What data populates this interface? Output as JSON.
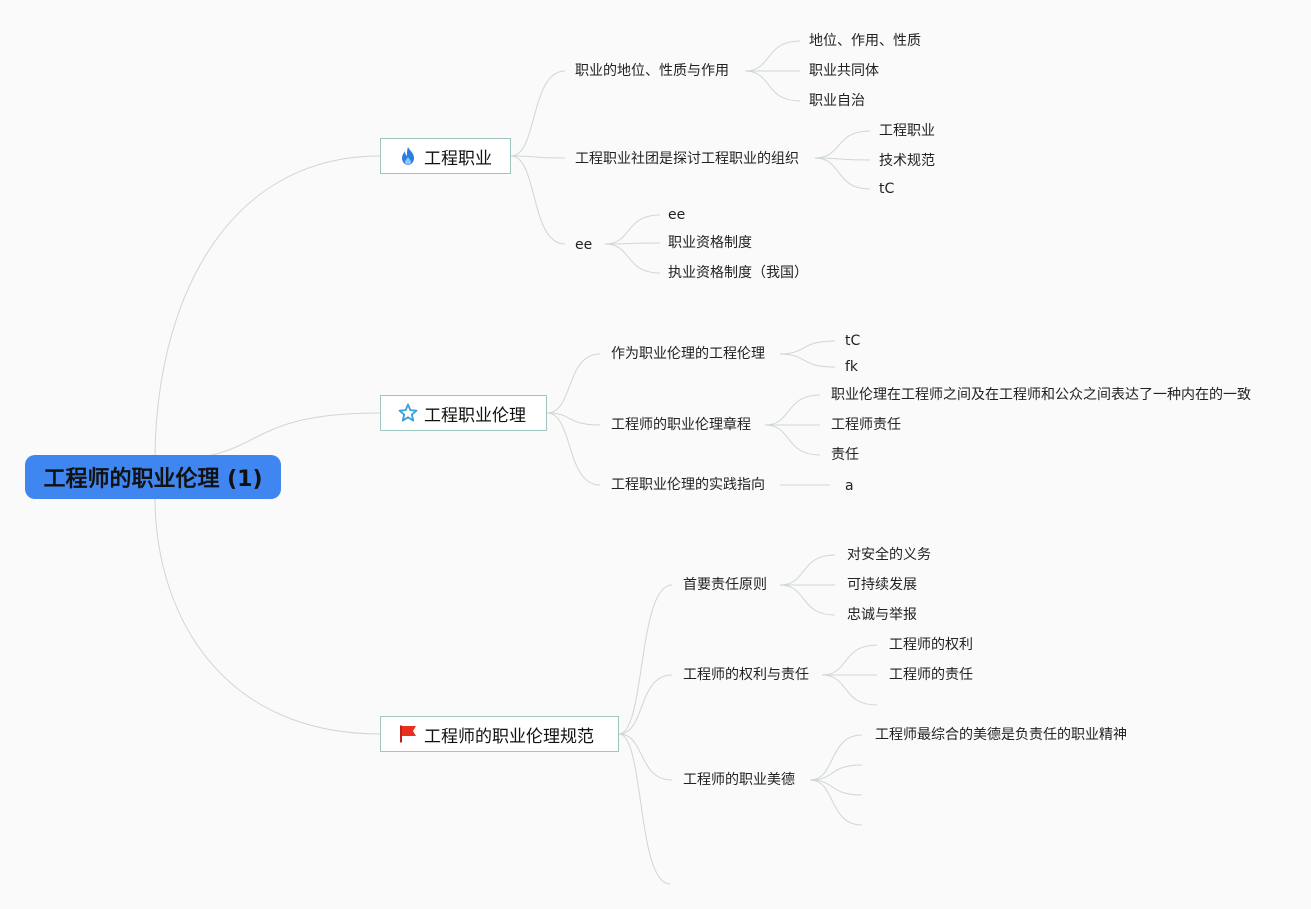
{
  "root": {
    "label": "工程师的职业伦理 (1)",
    "color": "#3f86f0"
  },
  "branches": [
    {
      "id": "b1",
      "label": "工程职业",
      "icon": "fire-icon",
      "children": [
        {
          "id": "b1c1",
          "label": "职业的地位、性质与作用",
          "children": [
            {
              "id": "b1c1a",
              "label": "地位、作用、性质"
            },
            {
              "id": "b1c1b",
              "label": "职业共同体"
            },
            {
              "id": "b1c1c",
              "label": "职业自治"
            }
          ]
        },
        {
          "id": "b1c2",
          "label": "工程职业社团是探讨工程职业的组织",
          "children": [
            {
              "id": "b1c2a",
              "label": "工程职业"
            },
            {
              "id": "b1c2b",
              "label": "技术规范"
            },
            {
              "id": "b1c2c",
              "label": "tC"
            }
          ]
        },
        {
          "id": "b1c3",
          "label": "ee",
          "children": [
            {
              "id": "b1c3a",
              "label": "ee"
            },
            {
              "id": "b1c3b",
              "label": "职业资格制度"
            },
            {
              "id": "b1c3c",
              "label": "执业资格制度（我国）"
            }
          ]
        }
      ]
    },
    {
      "id": "b2",
      "label": "工程职业伦理",
      "icon": "star-icon",
      "children": [
        {
          "id": "b2c1",
          "label": "作为职业伦理的工程伦理",
          "children": [
            {
              "id": "b2c1a",
              "label": "tC"
            },
            {
              "id": "b2c1b",
              "label": "fk"
            }
          ]
        },
        {
          "id": "b2c2",
          "label": "工程师的职业伦理章程",
          "children": [
            {
              "id": "b2c2a",
              "label": "职业伦理在工程师之间及在工程师和公众之间表达了一种内在的一致"
            },
            {
              "id": "b2c2b",
              "label": "工程师责任"
            },
            {
              "id": "b2c2c",
              "label": "责任"
            }
          ]
        },
        {
          "id": "b2c3",
          "label": "工程职业伦理的实践指向",
          "children": [
            {
              "id": "b2c3a",
              "label": "a"
            }
          ]
        }
      ]
    },
    {
      "id": "b3",
      "label": "工程师的职业伦理规范",
      "icon": "red-flag-icon",
      "children": [
        {
          "id": "b3c1",
          "label": "首要责任原则",
          "children": [
            {
              "id": "b3c1a",
              "label": "对安全的义务"
            },
            {
              "id": "b3c1b",
              "label": "可持续发展"
            },
            {
              "id": "b3c1c",
              "label": "忠诚与举报"
            }
          ]
        },
        {
          "id": "b3c2",
          "label": "工程师的权利与责任",
          "children": [
            {
              "id": "b3c2a",
              "label": "工程师的权利"
            },
            {
              "id": "b3c2b",
              "label": "工程师的责任"
            },
            {
              "id": "b3c2c",
              "label": ""
            }
          ]
        },
        {
          "id": "b3c3",
          "label": "工程师的职业美德",
          "children": [
            {
              "id": "b3c3a",
              "label": "工程师最综合的美德是负责任的职业精神"
            },
            {
              "id": "b3c3b",
              "label": ""
            },
            {
              "id": "b3c3c",
              "label": ""
            },
            {
              "id": "b3c3d",
              "label": ""
            }
          ]
        },
        {
          "id": "b3c4",
          "label": "",
          "children": []
        }
      ]
    }
  ],
  "colors": {
    "line": "#cfd6d6",
    "branch_border": "#9ec5c0",
    "fire": "#2b7de0",
    "star": "#3aa0d8",
    "flag": "#e8301f"
  }
}
